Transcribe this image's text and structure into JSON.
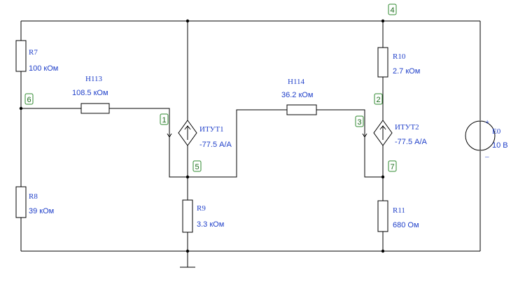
{
  "components": {
    "r7": {
      "name": "R7",
      "value": "100 кОм"
    },
    "r8": {
      "name": "R8",
      "value": "39 кОм"
    },
    "r9": {
      "name": "R9",
      "value": "3.3 кОм"
    },
    "r10": {
      "name": "R10",
      "value": "2.7 кОм"
    },
    "r11": {
      "name": "R11",
      "value": "680 Ом"
    },
    "h113": {
      "name": "H113",
      "value": "108.5 кОм"
    },
    "h114": {
      "name": "H114",
      "value": "36.2 кОм"
    },
    "itut1": {
      "name": "ИТУТ1",
      "value": "-77.5 А/А"
    },
    "itut2": {
      "name": "ИТУТ2",
      "value": "-77.5 А/А"
    },
    "e0": {
      "name": "E0",
      "value": "10 В",
      "plus": "+",
      "minus": "_"
    }
  },
  "nodes": {
    "n1": "1",
    "n2": "2",
    "n3": "3",
    "n4": "4",
    "n5": "5",
    "n6": "6",
    "n7": "7"
  },
  "colors": {
    "label": "#1f3fc9",
    "node_border": "#2f8a2f",
    "node_text": "#1a6a1a"
  }
}
